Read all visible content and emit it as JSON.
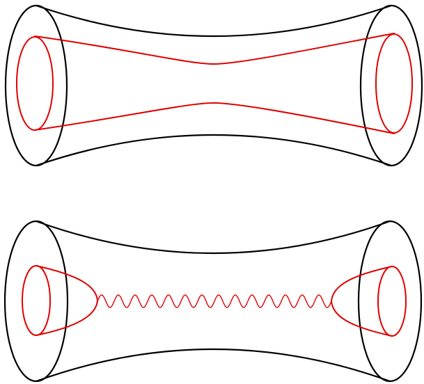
{
  "figure": {
    "panels": [
      {
        "id": "top",
        "inner_tube": "throat"
      },
      {
        "id": "bottom",
        "inner_tube": "string"
      }
    ],
    "colors": {
      "outer": "#000000",
      "inner": "#e00000",
      "background": "#ffffff"
    },
    "wave_oscillations": 14
  }
}
